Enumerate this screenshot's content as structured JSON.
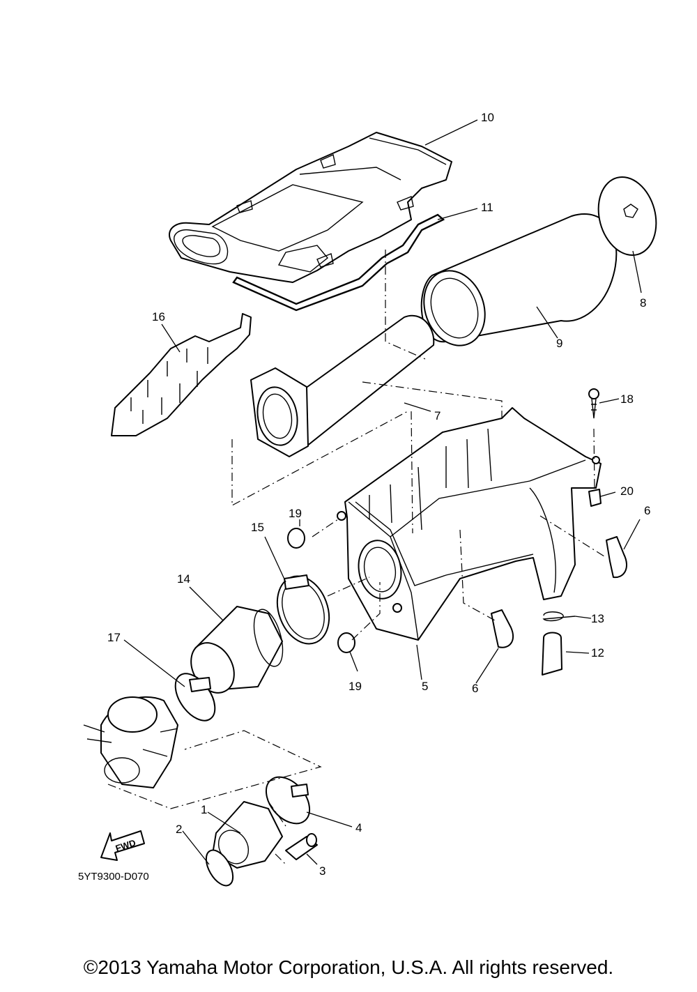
{
  "diagram": {
    "drawing_code": "5YT9300-D070",
    "fwd_label": "FWD",
    "copyright": "©2013 Yamaha Motor Corporation, U.S.A. All rights reserved.",
    "callouts": {
      "p1": "1",
      "p2": "2",
      "p3": "3",
      "p4": "4",
      "p5": "5",
      "p6a": "6",
      "p6b": "6",
      "p7": "7",
      "p8": "8",
      "p9": "9",
      "p10": "10",
      "p11": "11",
      "p12": "12",
      "p13": "13",
      "p14": "14",
      "p15": "15",
      "p16": "16",
      "p17": "17",
      "p18": "18",
      "p19a": "19",
      "p19b": "19",
      "p20": "20"
    }
  }
}
